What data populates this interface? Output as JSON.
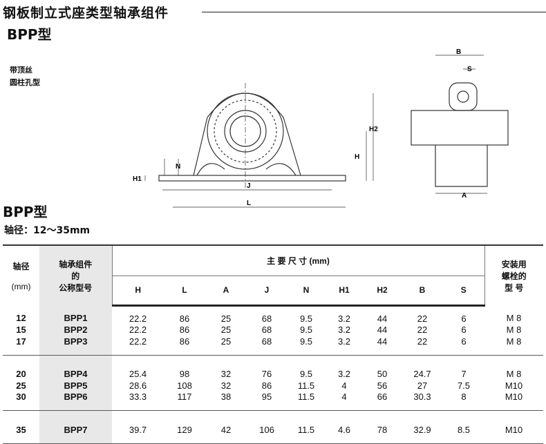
{
  "title": "钢板制立式座类型轴承组件",
  "subtitle": "BPP型",
  "notes": [
    "带顶丝",
    "圆柱孔型"
  ],
  "diagram_labels": {
    "N": "N",
    "H1": "H1",
    "H": "H",
    "H2": "H2",
    "J": "J",
    "L": "L",
    "B": "B",
    "S": "S",
    "A": "A"
  },
  "section_title": "BPP型",
  "shaft_range": "轴径：12～35mm",
  "table": {
    "headers": {
      "shaft": "轴径",
      "shaft_unit": "(mm)",
      "model_l1": "轴承组件",
      "model_l2": "的",
      "model_l3": "公称型号",
      "dims": "主 要 尺 寸 (mm)",
      "bolt_l1": "安装用",
      "bolt_l2": "螺栓的",
      "bolt_l3": "型  号",
      "cols": [
        "H",
        "L",
        "A",
        "J",
        "N",
        "H1",
        "H2",
        "B",
        "S"
      ]
    },
    "rows": [
      [
        "12",
        "BPP1",
        "22.2",
        "86",
        "25",
        "68",
        "9.5",
        "3.2",
        "44",
        "22",
        "6",
        "M 8"
      ],
      [
        "15",
        "BPP2",
        "22.2",
        "86",
        "25",
        "68",
        "9.5",
        "3.2",
        "44",
        "22",
        "6",
        "M 8"
      ],
      [
        "17",
        "BPP3",
        "22.2",
        "86",
        "25",
        "68",
        "9.5",
        "3.2",
        "44",
        "22",
        "6",
        "M 8"
      ],
      [
        "20",
        "BPP4",
        "25.4",
        "98",
        "32",
        "76",
        "9.5",
        "3.2",
        "50",
        "24.7",
        "7",
        "M 8"
      ],
      [
        "25",
        "BPP5",
        "28.6",
        "108",
        "32",
        "86",
        "11.5",
        "4",
        "56",
        "27",
        "7.5",
        "M10"
      ],
      [
        "30",
        "BPP6",
        "33.3",
        "117",
        "38",
        "95",
        "11.5",
        "4",
        "66",
        "30.3",
        "8",
        "M10"
      ],
      [
        "35",
        "BPP7",
        "39.7",
        "129",
        "42",
        "106",
        "11.5",
        "4.6",
        "78",
        "32.9",
        "8.5",
        "M10"
      ]
    ]
  }
}
